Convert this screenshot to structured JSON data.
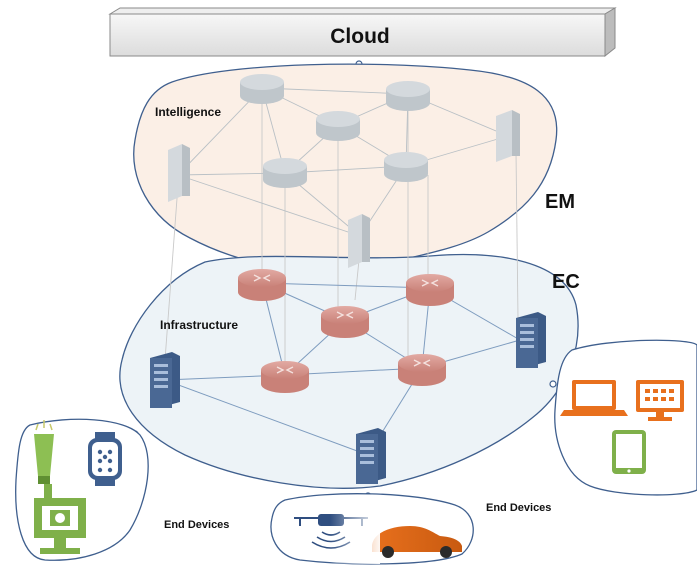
{
  "labels": {
    "cloud": "Cloud",
    "intelligence": "Intelligence",
    "em": "EM",
    "ec": "EC",
    "infrastructure": "Infrastructure",
    "end_devices_left": "End Devices",
    "end_devices_right": "End Devices"
  },
  "colors": {
    "em_fill": "#fbefe6",
    "ec_fill": "#edf3f7",
    "outline": "#3f5f8e",
    "gray_node": "#c8ced2",
    "router": "#d99a94",
    "server": "#4a6894",
    "iot_green": "#7fb04a",
    "car_orange": "#e8701d",
    "drone_navy": "#2f4e80"
  },
  "icons": [
    "cloud-bar",
    "database-icon",
    "storage-icon",
    "router-icon",
    "server-icon",
    "bulb-icon",
    "smartwatch-icon",
    "camera-icon",
    "drone-icon",
    "car-icon",
    "laptop-icon",
    "monitor-icon",
    "tablet-icon"
  ]
}
